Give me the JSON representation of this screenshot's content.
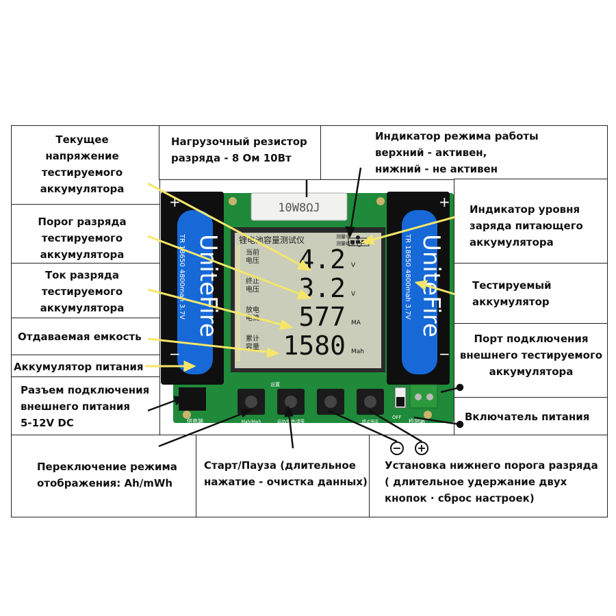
{
  "labels": {
    "voltage": "Текущее\nнапряжение\nтестируемого\nаккумулятора",
    "resistor": "Нагрузочный резистор\nразряда - 8 Ом 10Вт",
    "mode_indicator": "Индикатор режима работы\nверхний - активен,\nнижний - не активен",
    "threshold": "Порог разряда\nтестируемого\nаккумулятора",
    "current": "Ток разряда\nтестируемого\nаккумулятора",
    "capacity": "Отдаваемая емкость",
    "power_battery": "Аккумулятор питания",
    "ext_power": "Разъем подключения\nвнешнего питания\n5-12V DC",
    "charge_indicator": "Индикатор уровня\nзаряда питающего\nаккумулятора",
    "tested_battery": "Тестируемый\nаккумулятор",
    "ext_port": "Порт подключения\nвнешнего тестируемого\nаккумулятора",
    "power_switch": "Включатель питания",
    "mode_switch": "Переключение режима\nотображения: Ah/mWh",
    "start_pause": "Старт/Пауза (длительное\nнажатие - очистка данных)",
    "threshold_set": "Установка нижнего порога  разряда\n( длительное  удержание  двух\nкнопок · сброс настроек)",
    "minus_sign": "−",
    "plus_sign": "+"
  },
  "device": {
    "resistor_text": "10W8ΩJ",
    "lcd_title": "锂电池容量测试仪",
    "status_top": "测量中",
    "status_bottom": "测量结束",
    "battery_brand": "UniteFire",
    "battery_model": "TR 18650 4800mah 3.7V",
    "battery_plus": "+",
    "battery_minus": "−",
    "rows": [
      {
        "label": "当前\n电压",
        "value": "4.2",
        "unit": "V"
      },
      {
        "label": "终止\n电压",
        "value": "3.2",
        "unit": "V"
      },
      {
        "label": "放电\n电流",
        "value": "577",
        "unit": "MA"
      },
      {
        "label": "累计\n容量",
        "value": "1580",
        "unit": "Mah"
      }
    ],
    "set_label": "设置",
    "buttons": [
      "Mah/Mwh",
      "启动/暂停/清零",
      "",
      "终止电压"
    ],
    "board_left": "供电端",
    "board_right": "检测端",
    "switch_off": "OFF"
  },
  "colors": {
    "pcb": "#1e8a3a",
    "lcd": "#c9cdb9",
    "battery": "#1769d8",
    "arrow": "#f5e66a",
    "terminal": "#2c9a3c"
  }
}
